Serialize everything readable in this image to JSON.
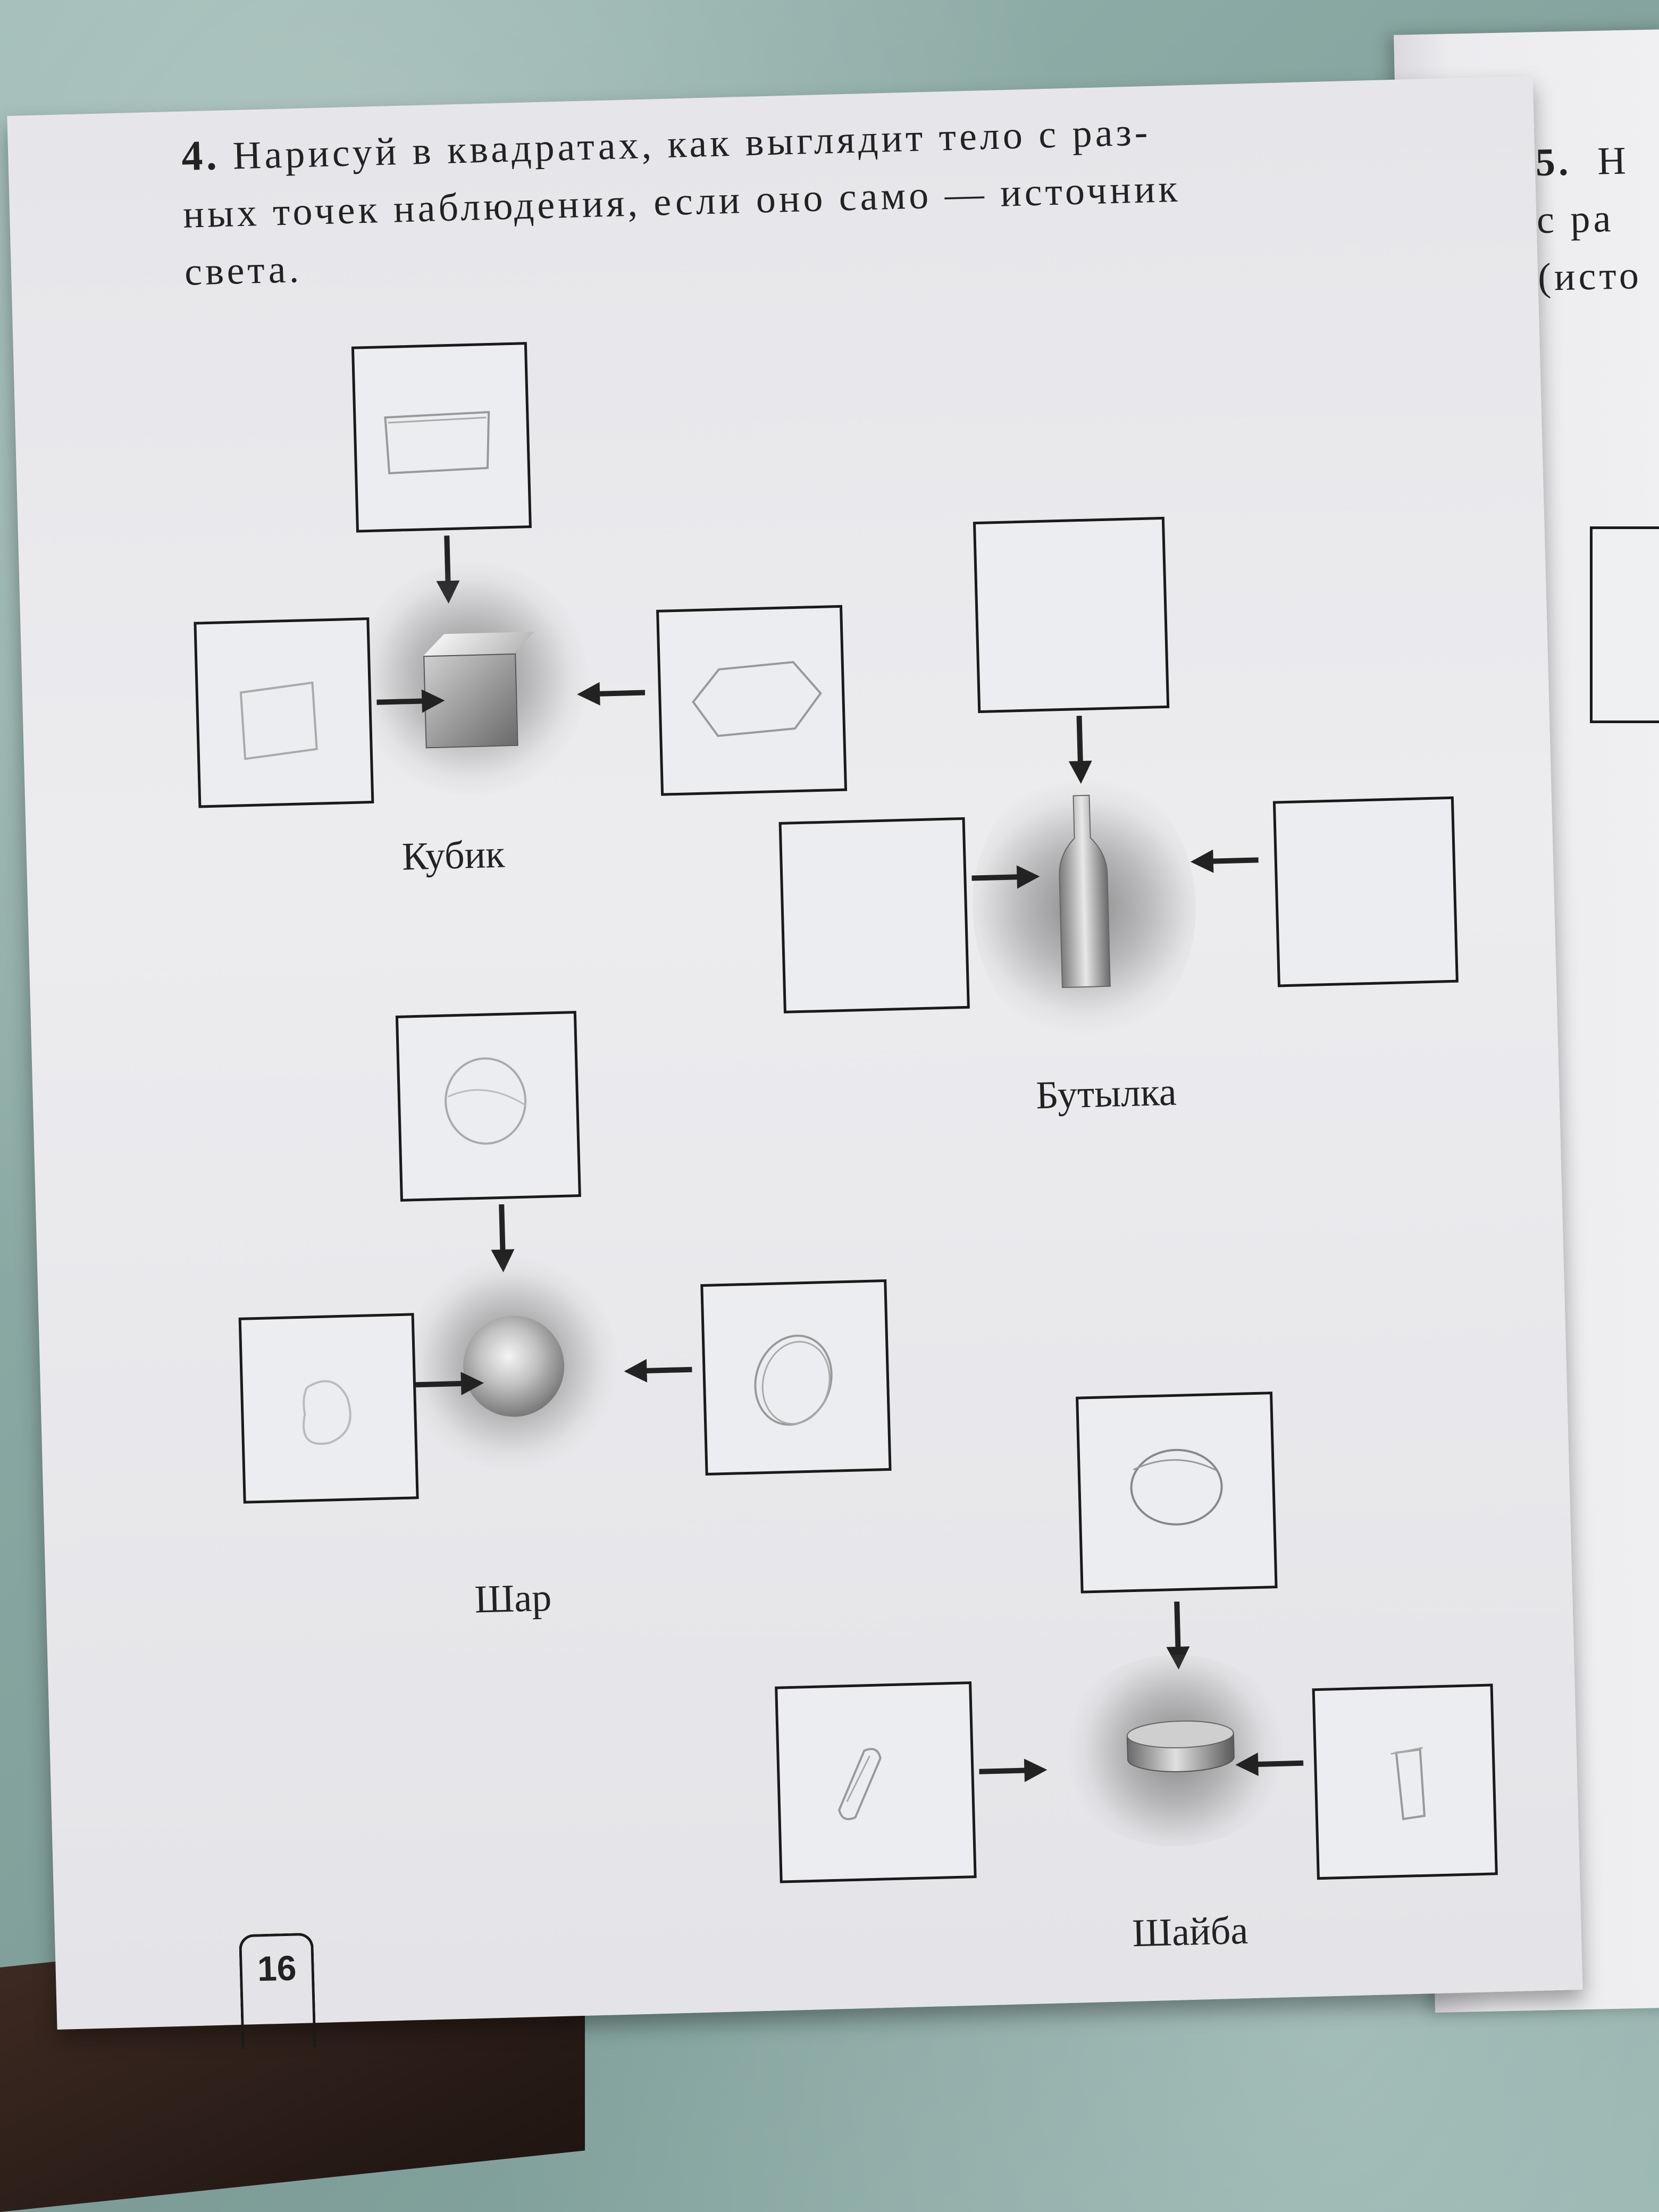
{
  "task": {
    "number": "4.",
    "line1": "Нарисуй в квадратах, как выглядит тело с раз-",
    "line2": "ных точек наблюдения, если оно само — источник",
    "line3": "света."
  },
  "objects": [
    {
      "label": "Кубик"
    },
    {
      "label": "Бутылка"
    },
    {
      "label": "Шар"
    },
    {
      "label": "Шайба"
    }
  ],
  "page_number": "16",
  "next_page": {
    "number": "5.",
    "line1_start": "Н",
    "line2_start": "с ра",
    "line3_start": "(исто"
  }
}
